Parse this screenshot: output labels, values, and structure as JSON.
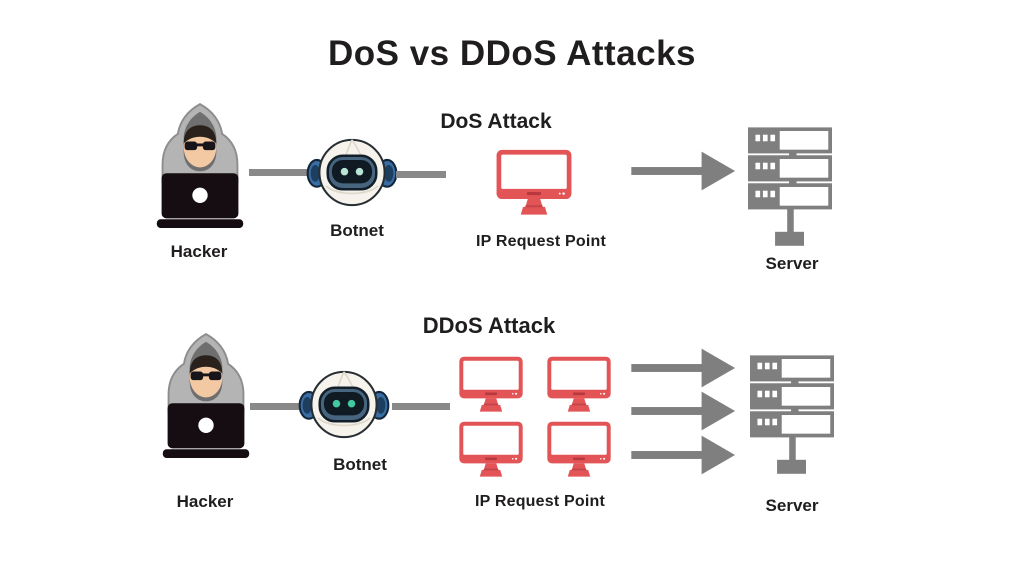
{
  "title": "DoS vs DDoS Attacks",
  "colors": {
    "accent_red": "#e35456",
    "gray": "#7f7f7f",
    "text": "#1f1d1e",
    "robot_eye_top": "#b9e6d3",
    "robot_eye_bottom": "#43c9a0"
  },
  "icons": {
    "hacker": "hacker-icon",
    "botnet": "botnet-icon",
    "monitor": "monitor-icon",
    "server": "server-icon",
    "arrow": "arrow-right-icon"
  },
  "dos": {
    "heading": "DoS Attack",
    "hacker": "Hacker",
    "botnet": "Botnet",
    "request_point": "IP Request Point",
    "server": "Server"
  },
  "ddos": {
    "heading": "DDoS Attack",
    "hacker": "Hacker",
    "botnet": "Botnet",
    "request_point": "IP Request Point",
    "server": "Server"
  }
}
